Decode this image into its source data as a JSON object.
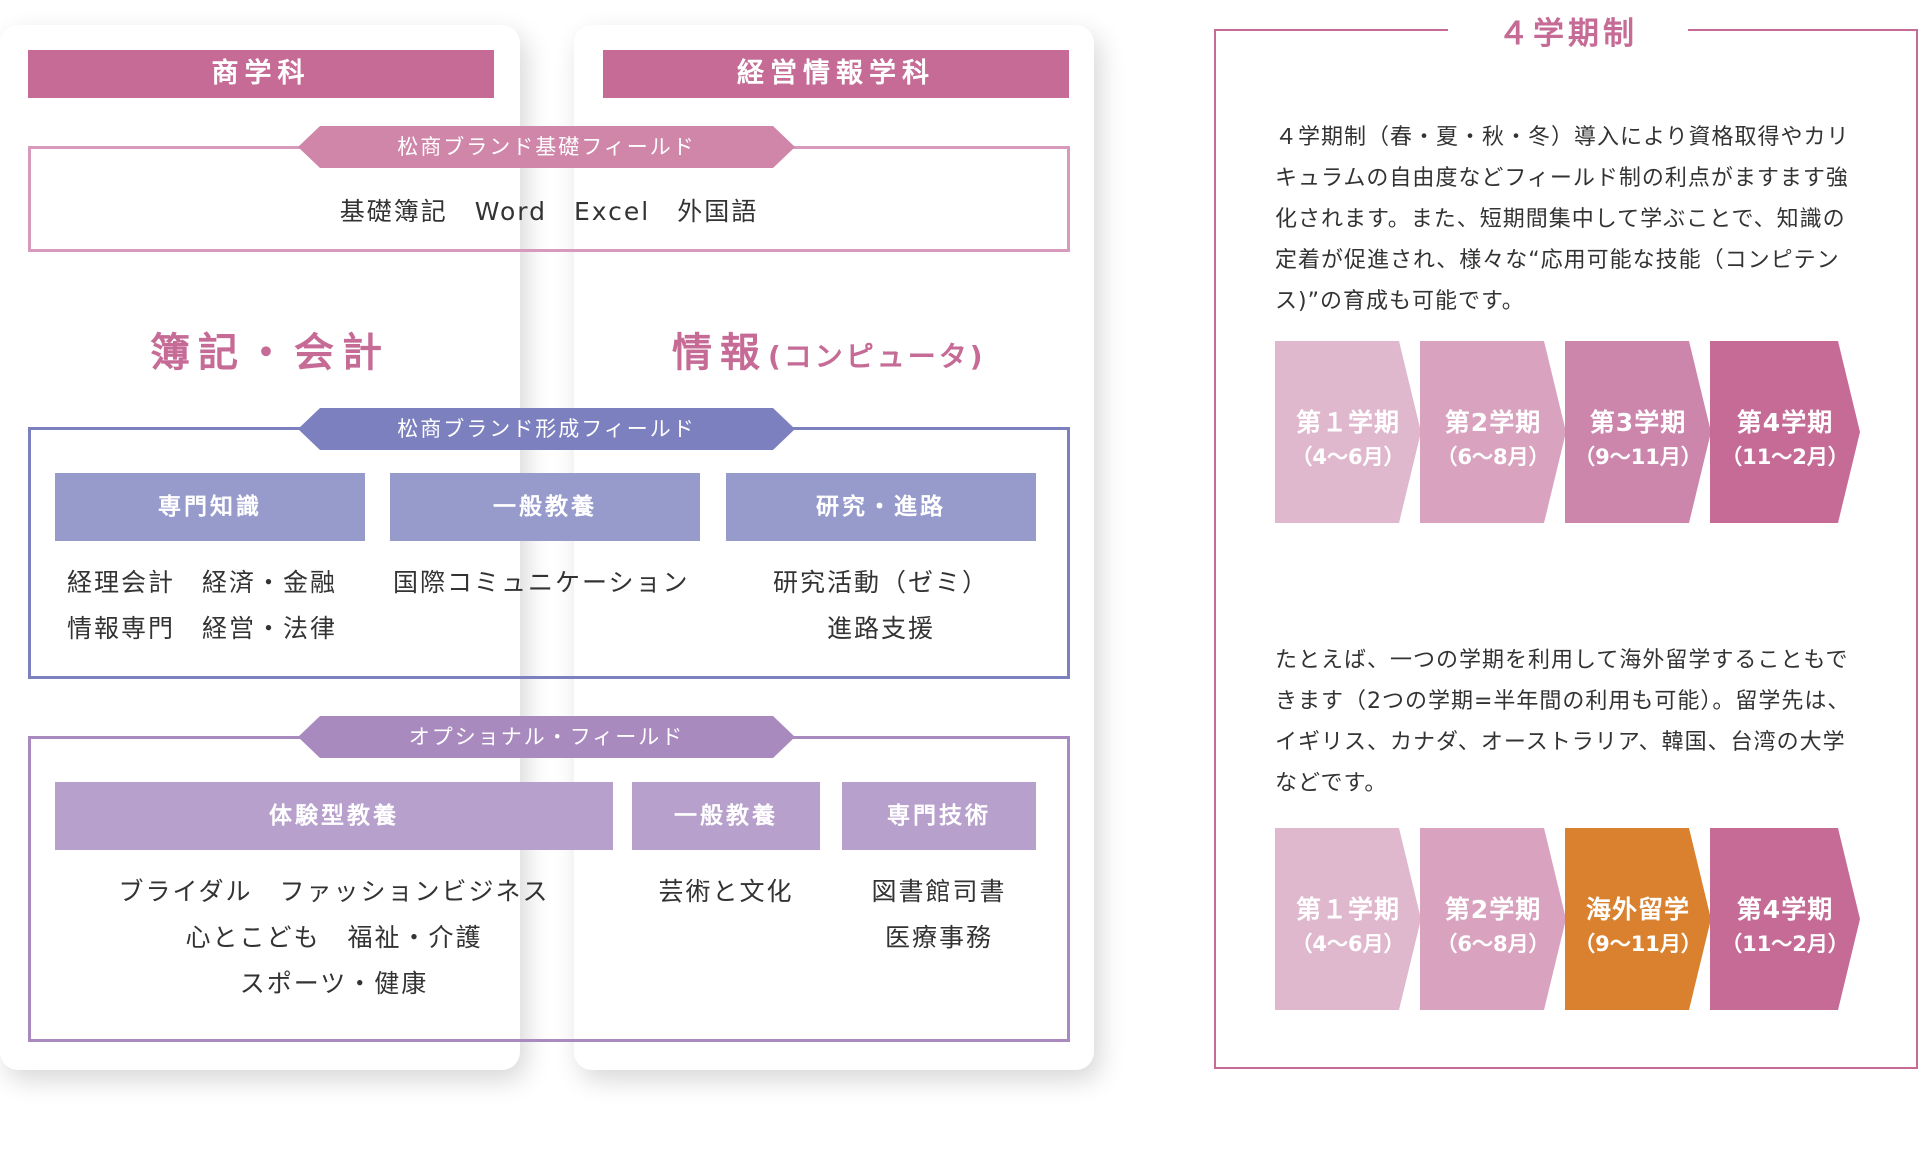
{
  "departments": {
    "left": "商学科",
    "right": "経営情報学科"
  },
  "basic_field": {
    "tag": "松商ブランド基礎フィールド",
    "items": "基礎簿記　Word　Excel　外国語"
  },
  "focus": {
    "left": "簿記・会計",
    "right_main": "情報",
    "right_sub": "(コンピュータ)"
  },
  "formation_field": {
    "tag": "松商ブランド形成フィールド",
    "columns": [
      {
        "head": "専門知識",
        "lines": [
          "経理会計　経済・金融",
          "情報専門　経営・法律"
        ]
      },
      {
        "head": "一般教養",
        "lines": [
          "国際コミュニケーション"
        ]
      },
      {
        "head": "研究・進路",
        "lines": [
          "研究活動（ゼミ）",
          "進路支援"
        ]
      }
    ]
  },
  "optional_field": {
    "tag": "オプショナル・フィールド",
    "columns": [
      {
        "head": "体験型教養",
        "lines": [
          "ブライダル　ファッションビジネス",
          "心とこども　福祉・介護",
          "スポーツ・健康"
        ]
      },
      {
        "head": "一般教養",
        "lines": [
          "芸術と文化"
        ]
      },
      {
        "head": "専門技術",
        "lines": [
          "図書館司書",
          "医療事務"
        ]
      }
    ]
  },
  "semester_panel": {
    "title": "４学期制",
    "para1": "４学期制（春・夏・秋・冬）導入により資格取得やカリキュラムの自由度などフィールド制の利点がますます強化されます。また、短期間集中して学ぶことで、知識の定着が促進され、様々な“応用可能な技能（コンピテンス)”の育成も可能です。",
    "para2": "たとえば、一つの学期を利用して海外留学することもできます（2つの学期=半年間の利用も可能）。留学先は、イギリス、カナダ、オーストラリア、韓国、台湾の大学などです。",
    "row1": [
      {
        "name": "第１学期",
        "period": "（4～6月）"
      },
      {
        "name": "第2学期",
        "period": "（6～8月）"
      },
      {
        "name": "第3学期",
        "period": "（9～11月）"
      },
      {
        "name": "第4学期",
        "period": "（11～2月）"
      }
    ],
    "row2": [
      {
        "name": "第１学期",
        "period": "（4～6月）"
      },
      {
        "name": "第2学期",
        "period": "（6～8月）"
      },
      {
        "name": "海外留学",
        "period": "（9～11月）"
      },
      {
        "name": "第4学期",
        "period": "（11～2月）"
      }
    ]
  },
  "colors": {
    "pink": "#c56b96",
    "pink_tag": "#cf86a9",
    "blue": "#7d80bf",
    "blue_head": "#979bcc",
    "purple": "#a98abf",
    "purple_head": "#b8a0cd",
    "chev1": "#e0b8cd",
    "chev2": "#d9a2bf",
    "chev3": "#cc85ab",
    "chev4": "#c56b96",
    "orange": "#d9812f"
  }
}
